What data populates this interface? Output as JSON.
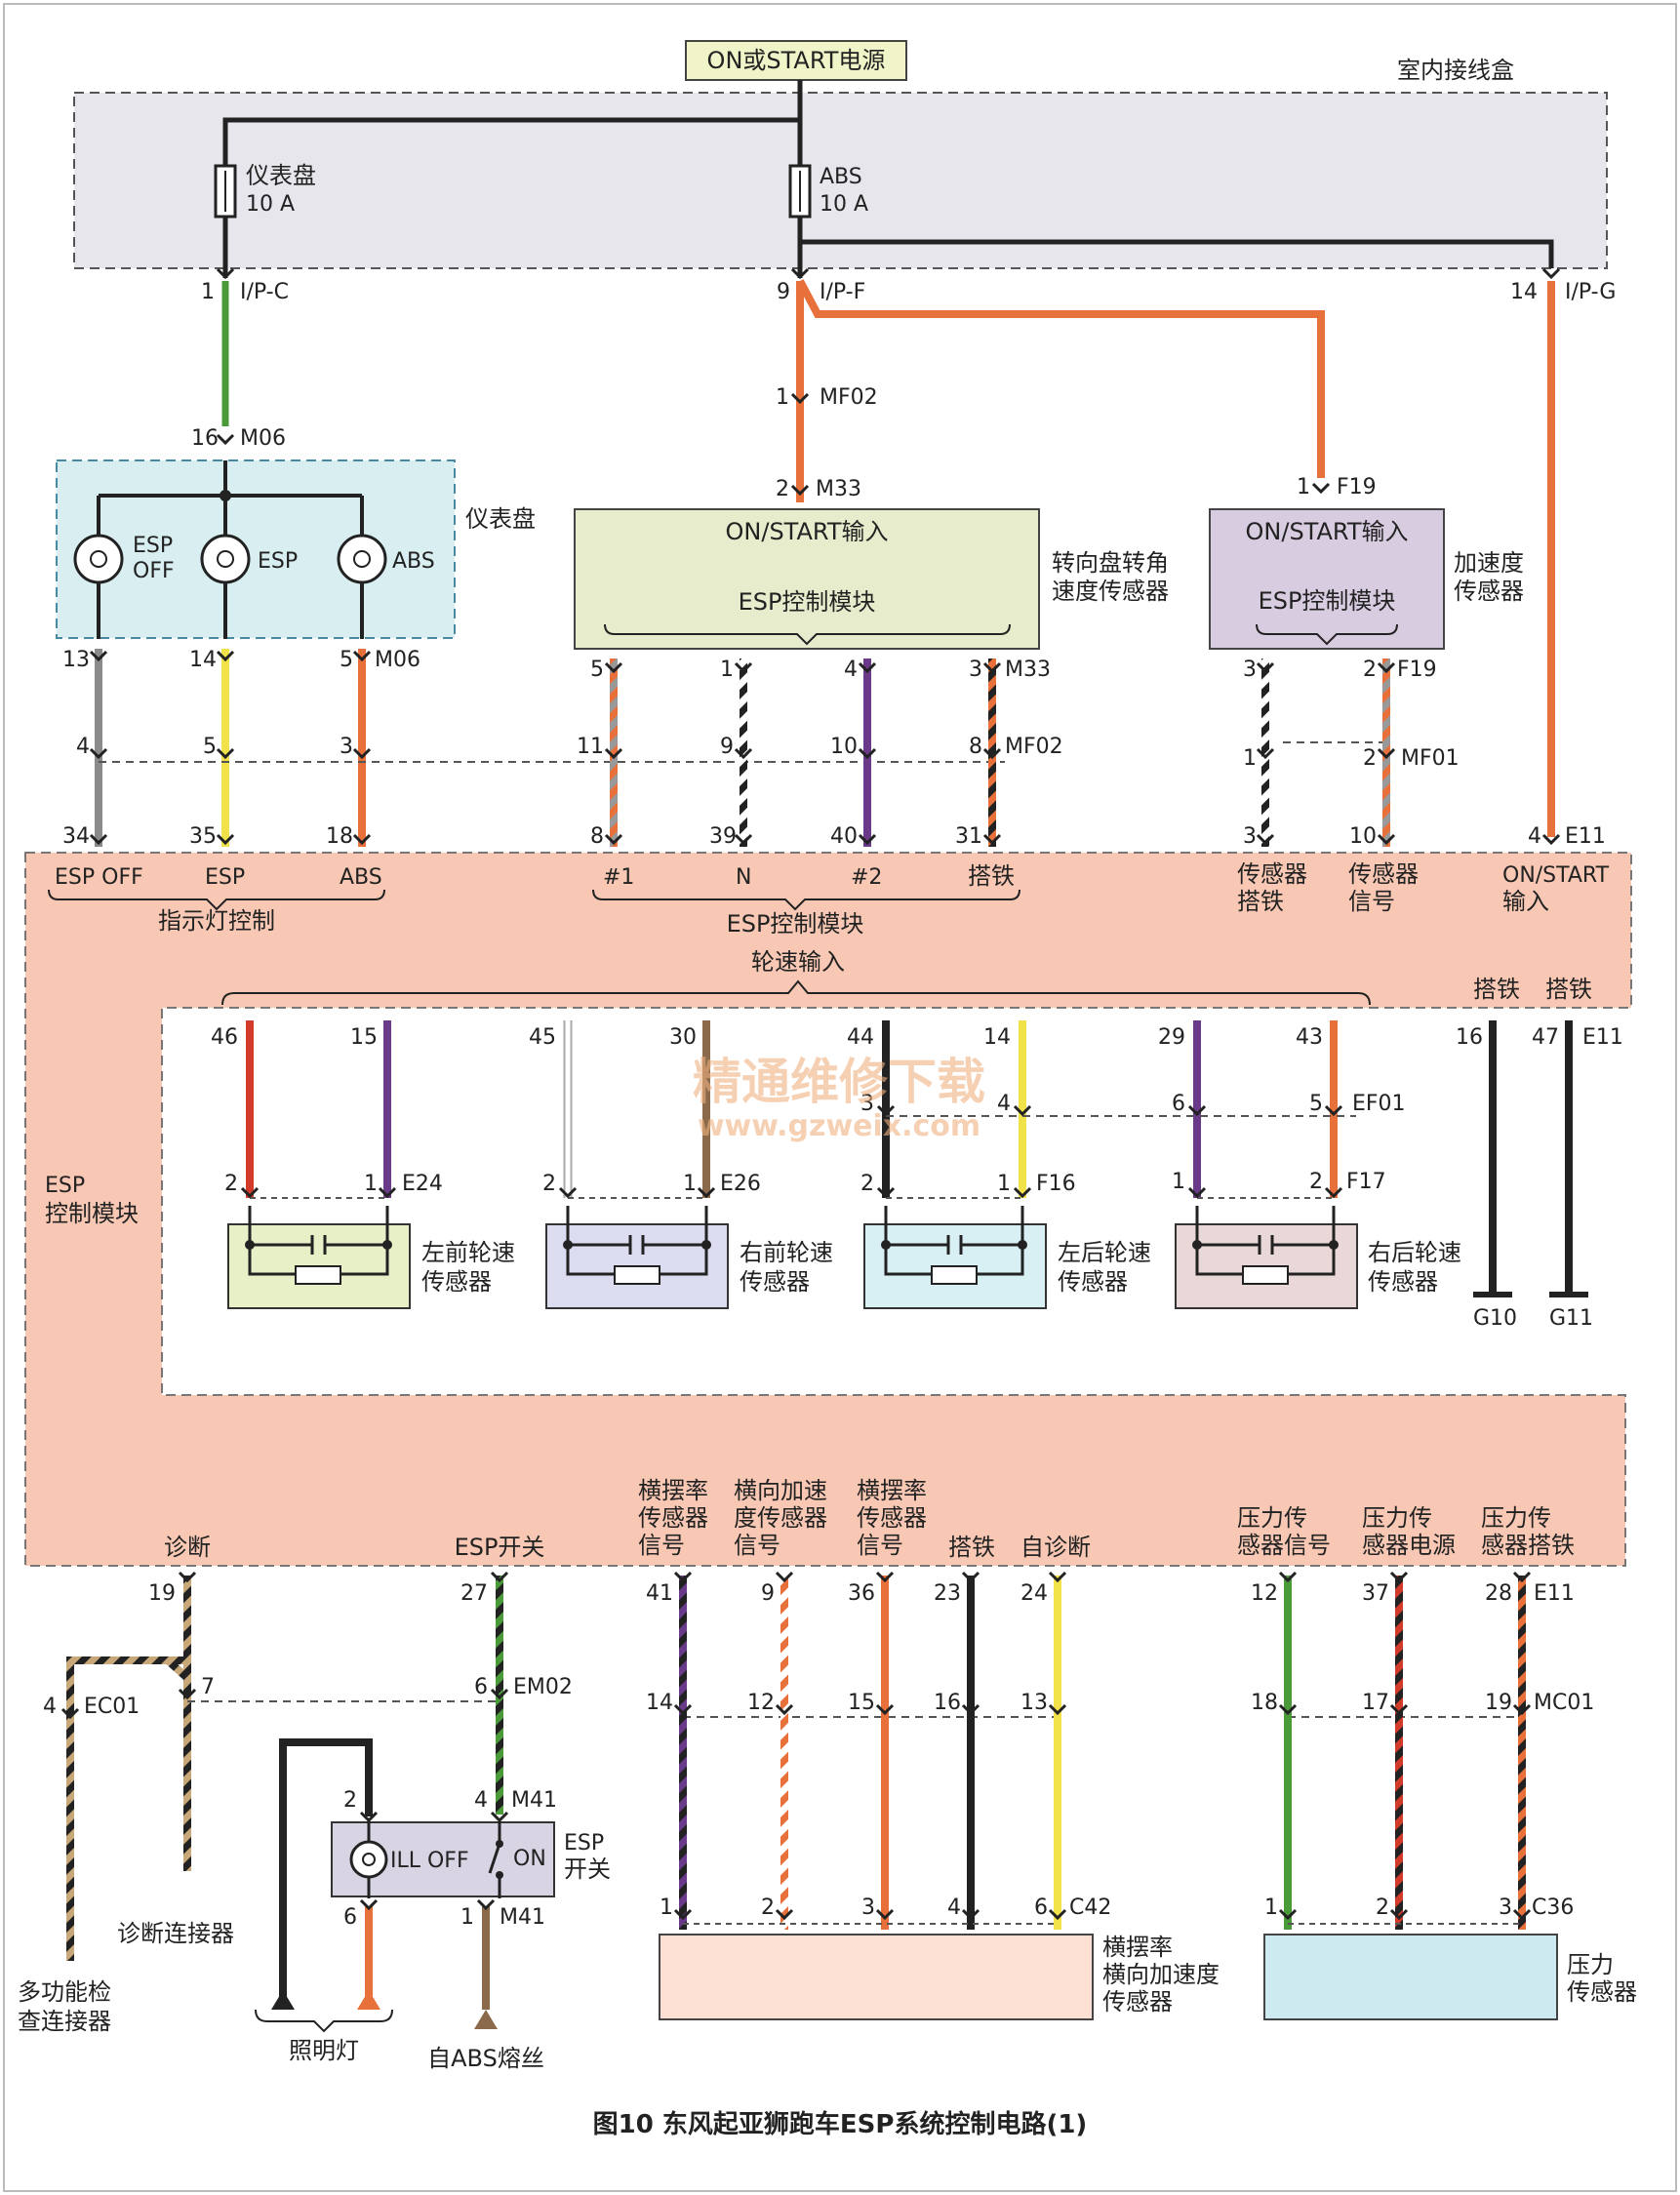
{
  "power": {
    "label": "ON或START电源",
    "junction_box": "室内接线盒"
  },
  "fuses": [
    {
      "name": "仪表盘",
      "rating": "10 A"
    },
    {
      "name": "ABS",
      "rating": "10 A"
    }
  ],
  "connectors_top": [
    {
      "pin": "1",
      "name": "I/P-C"
    },
    {
      "pin": "9",
      "name": "I/P-F"
    },
    {
      "pin": "14",
      "name": "I/P-G"
    }
  ],
  "mf02_top": {
    "pin": "1",
    "name": "MF02"
  },
  "instrument": {
    "title": "仪表盘",
    "connector_top": {
      "pin": "16",
      "name": "M06"
    },
    "lamps": [
      {
        "label1": "ESP",
        "label2": "OFF"
      },
      {
        "label1": "ESP",
        "label2": ""
      },
      {
        "label1": "ABS",
        "label2": ""
      }
    ],
    "pins_bottom": [
      "13",
      "14",
      "5"
    ],
    "pins_bottom_name": "M06",
    "pins_mid": [
      "4",
      "5",
      "3"
    ],
    "pins_ecu": [
      "34",
      "35",
      "18"
    ]
  },
  "steering_sensor": {
    "title": "转向盘转角\n速度传感器",
    "title_l1": "转向盘转角",
    "title_l2": "速度传感器",
    "input": "ON/START输入",
    "module": "ESP控制模块",
    "connector_top": {
      "pin": "2",
      "name": "M33"
    },
    "pins_bottom": [
      "5",
      "1",
      "4",
      "3"
    ],
    "pins_bottom_name": "M33",
    "pins_mid": [
      "11",
      "9",
      "10",
      "8"
    ],
    "pins_mid_name": "MF02",
    "pins_ecu": [
      "8",
      "39",
      "40",
      "31"
    ]
  },
  "accel_sensor": {
    "title_l1": "加速度",
    "title_l2": "传感器",
    "input": "ON/START输入",
    "module": "ESP控制模块",
    "connector_top": {
      "pin": "1",
      "name": "F19"
    },
    "pins_bottom": [
      "3",
      "2"
    ],
    "pins_bottom_name": "F19",
    "pins_mid": [
      "1",
      "2"
    ],
    "pins_mid_name": "MF01",
    "pins_ecu": [
      "3",
      "10"
    ]
  },
  "e11_power": {
    "pin": "4",
    "name": "E11"
  },
  "ecu": {
    "indicator_labels": [
      "ESP OFF",
      "ESP",
      "ABS"
    ],
    "indicator_group": "指示灯控制",
    "steering_labels": [
      "#1",
      "N",
      "#2",
      "搭铁"
    ],
    "module_label": "ESP控制模块",
    "accel_labels": [
      "传感器\n搭铁",
      "传感器\n信号"
    ],
    "sensor_gnd_l1": "传感器",
    "sensor_gnd_l2": "搭铁",
    "sensor_sig_l1": "传感器",
    "sensor_sig_l2": "信号",
    "onstart_l1": "ON/START",
    "onstart_l2": "输入",
    "wheel_input": "轮速输入",
    "ground_labels": [
      "搭铁",
      "搭铁"
    ],
    "side_l1": "ESP",
    "side_l2": "控制模块",
    "bottom_labels": {
      "diag": "诊断",
      "switch": "ESP开关",
      "yaw1_l1": "横摆率",
      "yaw1_l2": "传感器",
      "yaw1_l3": "信号",
      "lat_l1": "横向加速",
      "lat_l2": "度传感器",
      "lat_l3": "信号",
      "yaw2_l1": "横摆率",
      "yaw2_l2": "传感器",
      "yaw2_l3": "信号",
      "gnd": "搭铁",
      "selfdiag": "自诊断",
      "p1_l1": "压力传",
      "p1_l2": "感器信号",
      "p2_l1": "压力传",
      "p2_l2": "感器电源",
      "p3_l1": "压力传",
      "p3_l2": "感器搭铁"
    }
  },
  "wheel_sensors": [
    {
      "name_l1": "左前轮速",
      "name_l2": "传感器",
      "ecu_pins": [
        "46",
        "15"
      ],
      "pins": [
        "2",
        "1"
      ],
      "conn": "E24"
    },
    {
      "name_l1": "右前轮速",
      "name_l2": "传感器",
      "ecu_pins": [
        "45",
        "30"
      ],
      "pins": [
        "2",
        "1"
      ],
      "conn": "E26"
    },
    {
      "name_l1": "左后轮速",
      "name_l2": "传感器",
      "ecu_pins": [
        "44",
        "14"
      ],
      "mid_pins": [
        "3",
        "4"
      ],
      "pins": [
        "2",
        "1"
      ],
      "conn": "F16"
    },
    {
      "name_l1": "右后轮速",
      "name_l2": "传感器",
      "ecu_pins": [
        "29",
        "43"
      ],
      "mid_pins": [
        "6",
        "5"
      ],
      "mid_conn": "EF01",
      "pins": [
        "1",
        "2"
      ],
      "conn": "F17"
    }
  ],
  "grounds": [
    {
      "pin": "16",
      "name": "G10"
    },
    {
      "pin": "47",
      "name": "G11",
      "conn": "E11"
    }
  ],
  "watermark": {
    "line1": "精通维修下载",
    "line2": "www.gzweix.com"
  },
  "bottom": {
    "diag_pin": "19",
    "diag_mid": "7",
    "ec01": {
      "pin": "4",
      "name": "EC01"
    },
    "diag_connector": "诊断连接器",
    "multi_l1": "多功能检",
    "multi_l2": "查连接器",
    "sw_pin": "27",
    "em02": {
      "pin": "6",
      "name": "EM02"
    },
    "m41_top": {
      "pin": "4",
      "name": "M41"
    },
    "m41_2": "2",
    "switch_ill": "ILL OFF",
    "switch_on": "ON",
    "switch_l1": "ESP",
    "switch_l2": "开关",
    "m41_bottom": {
      "pins": [
        "6",
        "1"
      ],
      "name": "M41"
    },
    "lamp": "照明灯",
    "from_abs": "自ABS熔丝",
    "yaw_pins_ecu": [
      "41",
      "9",
      "36",
      "23",
      "24"
    ],
    "yaw_pins_mid": [
      "14",
      "12",
      "15",
      "16",
      "13"
    ],
    "yaw_pins_sensor": [
      "1",
      "2",
      "3",
      "4",
      "6"
    ],
    "yaw_conn": "C42",
    "yaw_l1": "横摆率",
    "yaw_l2": "横向加速度",
    "yaw_l3": "传感器",
    "p_pins_ecu": [
      "12",
      "37",
      "28"
    ],
    "p_ecu_conn": "E11",
    "p_pins_mid": [
      "18",
      "17",
      "19"
    ],
    "p_mid_conn": "MC01",
    "p_pins_sensor": [
      "1",
      "2",
      "3"
    ],
    "p_conn": "C36",
    "pressure_l1": "压力",
    "pressure_l2": "传感器"
  },
  "caption": "图10 东风起亚狮跑车ESP系统控制电路(1)",
  "colors": {
    "orange": "#e8703a",
    "green": "#4a9a3a",
    "yellow": "#f2e24a",
    "gray": "#8a8a8a",
    "purple": "#6a3a8a",
    "red": "#d23a2a",
    "brown": "#8a6a4a",
    "ecu_fill": "#f8c8b4"
  }
}
